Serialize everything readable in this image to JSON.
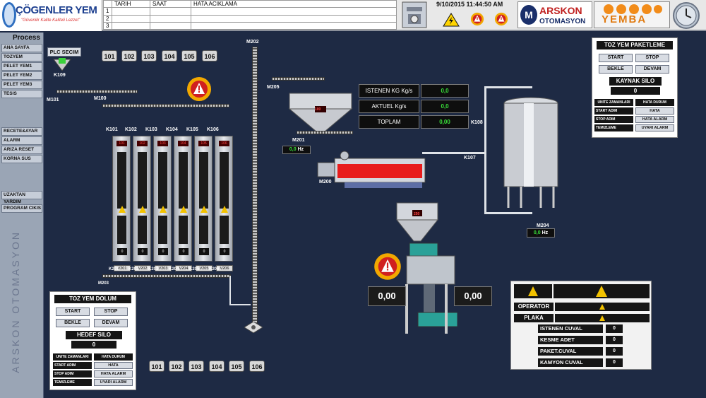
{
  "header": {
    "logo_brand": "ÇÖGENLER YEM",
    "logo_slogan": "\"Güvenilir Kalite Kaliteli Lezzet\"",
    "alarm_columns": [
      "TARIH",
      "SAAT",
      "HATA ACIKLAMA"
    ],
    "alarm_rows": [
      "1",
      "2",
      "3"
    ],
    "datetime": "9/10/2015 11:44:50 AM",
    "arskon_line1": "ARSKON",
    "arskon_line2": "OTOMASYON",
    "arskon_mark": "M",
    "yemba": "YEMBA"
  },
  "sidebar": {
    "title": "Process",
    "items": [
      "ANA SAYFA",
      "TOZYEM",
      "PELET YEM1",
      "PELET YEM2",
      "PELET YEM3",
      "TESIS"
    ],
    "items2": [
      "RECETE&AYAR",
      "ALARM",
      "ARIZA RESET",
      "KORNA SUS"
    ],
    "items3": [
      "UZAKTAN YARDIM",
      "PROGRAM CIKIS"
    ],
    "vertical": "ARSKON OTOMASYON"
  },
  "plc": {
    "label": "PLC SECIM",
    "k109": "K109",
    "m101": "M101",
    "m100": "M100"
  },
  "bins_top": [
    "101",
    "102",
    "103",
    "104",
    "105",
    "106"
  ],
  "bins_bottom": [
    "101",
    "102",
    "103",
    "104",
    "105",
    "106"
  ],
  "feeders": [
    "K101",
    "K102",
    "K103",
    "K104",
    "K105",
    "K106"
  ],
  "silos": [
    {
      "tag": "101",
      "zero": "0",
      "name": "V201"
    },
    {
      "tag": "102",
      "zero": "0",
      "name": "V202"
    },
    {
      "tag": "103",
      "zero": "0",
      "name": "V203"
    },
    {
      "tag": "104",
      "zero": "0",
      "name": "V204"
    },
    {
      "tag": "105",
      "zero": "0",
      "name": "V205"
    },
    {
      "tag": "106",
      "zero": "0",
      "name": "V206"
    }
  ],
  "valves": [
    "K201",
    "K202",
    "K203",
    "K204",
    "K205",
    "K206"
  ],
  "m203": "M203",
  "m202": "M202",
  "m205": "M205",
  "m201": "M201",
  "m201_hz": "0,0",
  "hz_unit": "Hz",
  "m200": "M200",
  "scale_tag": "100",
  "weigh": {
    "istenen_label": "ISTENEN KG Kg/s",
    "istenen_val": "0,0",
    "aktuel_label": "AKTUEL Kg/s",
    "aktuel_val": "0,0",
    "toplam_label": "TOPLAM",
    "toplam_val": "0,00"
  },
  "k108": "K108",
  "k107": "K107",
  "m204": "M204",
  "m204_hz": "0,0",
  "bagger_tag": "250",
  "bagger_left": "0,00",
  "bagger_right": "0,00",
  "toz_dolum": {
    "title": "TOZ YEM DOLUM",
    "start": "START",
    "stop": "STOP",
    "bekle": "BEKLE",
    "devam": "DEVAM",
    "silo_title": "HEDEF SILO",
    "silo_val": "0",
    "col1": "UNITE ZAMANLARI",
    "col2": "HATA DURUM",
    "rows": [
      "START ADIM",
      "STOP ADIM",
      "TEMIZLEME"
    ],
    "status": [
      "HATA",
      "HATA ALARM",
      "UYARI ALARM"
    ]
  },
  "toz_paket": {
    "title": "TOZ YEM PAKETLEME",
    "start": "START",
    "stop": "STOP",
    "bekle": "BEKLE",
    "devam": "DEVAM",
    "silo_title": "KAYNAK SILO",
    "silo_val": "0",
    "col1": "UNITE ZAMANLARI",
    "col2": "HATA DURUM",
    "rows": [
      "START ADIM",
      "STOP ADIM",
      "TEMIZLEME"
    ],
    "status": [
      "HATA",
      "HATA ALARM",
      "UYARI ALARM"
    ]
  },
  "packing_panel": {
    "operator": "OPERATOR",
    "plaka": "PLAKA",
    "rows": [
      {
        "label": "ISTENEN CUVAL",
        "value": "0"
      },
      {
        "label": "KESME ADET",
        "value": "0"
      },
      {
        "label": "PAKET.CUVAL",
        "value": "0"
      },
      {
        "label": "KAMYON CUVAL",
        "value": "0"
      }
    ]
  },
  "colors": {
    "accent": "#1c3f8f",
    "alarm": "#d61f1f",
    "display_green": "#39e23a"
  }
}
